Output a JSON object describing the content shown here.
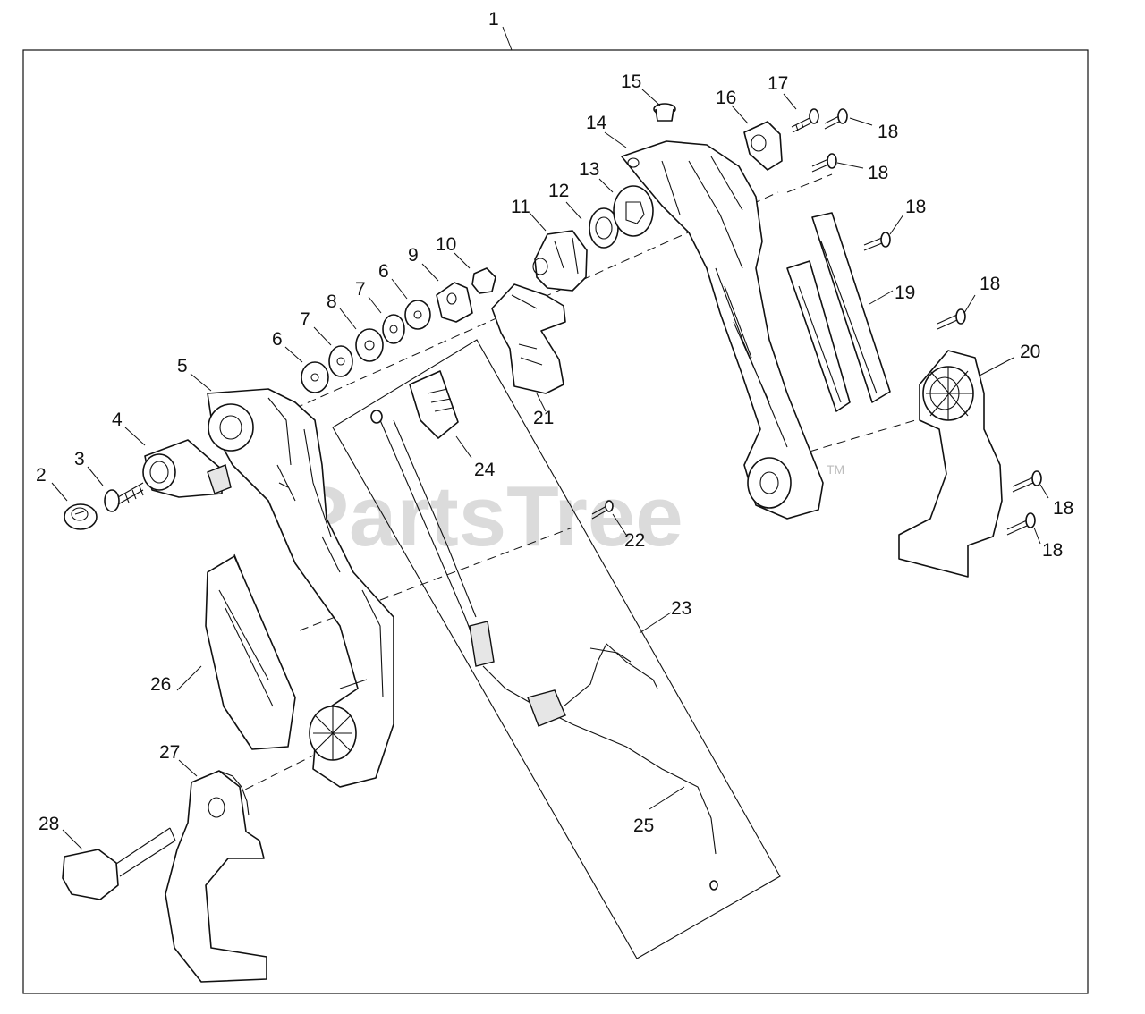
{
  "watermark": {
    "brand": "PartsTree",
    "mark": "TM"
  },
  "callouts": {
    "c1": "1",
    "c2": "2",
    "c3": "3",
    "c4": "4",
    "c5": "5",
    "c6a": "6",
    "c6b": "6",
    "c7a": "7",
    "c7b": "7",
    "c8": "8",
    "c9": "9",
    "c10": "10",
    "c11": "11",
    "c12": "12",
    "c13": "13",
    "c14": "14",
    "c15": "15",
    "c16": "16",
    "c17": "17",
    "c18a": "18",
    "c18b": "18",
    "c18c": "18",
    "c18d": "18",
    "c18e": "18",
    "c18f": "18",
    "c19": "19",
    "c20": "20",
    "c21": "21",
    "c22": "22",
    "c23": "23",
    "c24": "24",
    "c25": "25",
    "c26": "26",
    "c27": "27",
    "c28": "28"
  }
}
